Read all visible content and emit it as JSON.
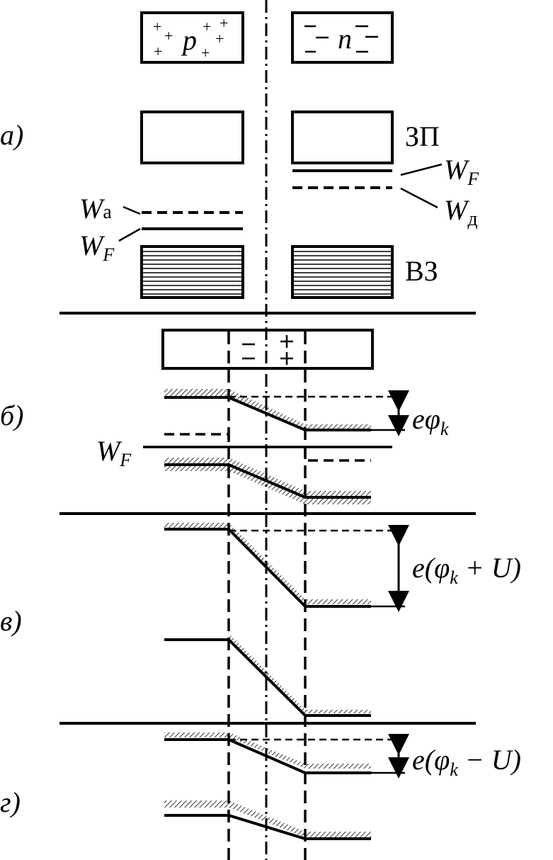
{
  "labels": {
    "panel_a": "а)",
    "panel_b": "б)",
    "panel_v": "в)",
    "panel_g": "г)",
    "p_region": "p",
    "n_region": "n",
    "conduction_band": "ЗП",
    "valence_band": "ВЗ",
    "wf_n": "W",
    "wf_n_sub": "F",
    "wd": "W",
    "wd_sub": "д",
    "wa": "W",
    "wa_sub": "а",
    "wf_p": "W",
    "wf_p_sub": "F",
    "wf_b": "W",
    "wf_b_sub": "F",
    "barrier_b": "eφ",
    "barrier_b_sub": "k",
    "barrier_v_pre": "e(φ",
    "barrier_v_sub": "k",
    "barrier_v_post": " + U)",
    "barrier_g_pre": "e(φ",
    "barrier_g_sub": "k",
    "barrier_g_post": " − U)",
    "plus": "+",
    "minus": "−"
  }
}
